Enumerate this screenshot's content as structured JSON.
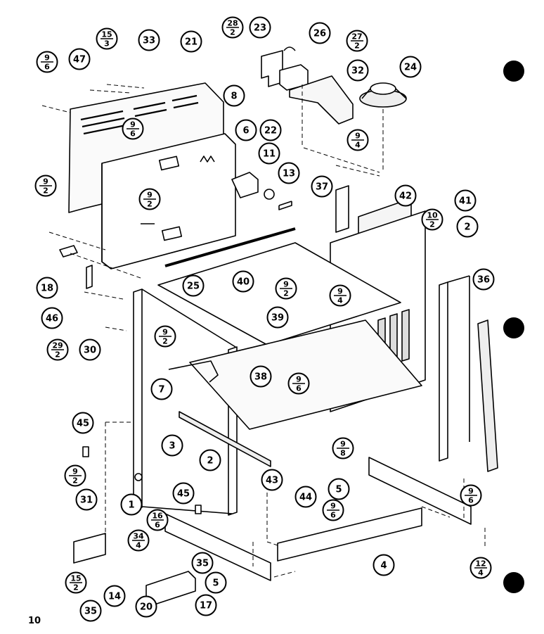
{
  "page_number": "10",
  "callouts": [
    "47",
    "33",
    "21",
    "23",
    "26",
    "24",
    "32",
    "8",
    "6",
    "22",
    "11",
    "13",
    "37",
    "42",
    "41",
    "2",
    "36",
    "18",
    "46",
    "25",
    "40",
    "39",
    "30",
    "7",
    "38",
    "3",
    "45",
    "1",
    "2",
    "31",
    "43",
    "44",
    "5",
    "4",
    "45",
    "35",
    "14",
    "20",
    "17",
    "5",
    "35"
  ],
  "fraction_callouts": [
    {
      "num": "9",
      "den": "6"
    },
    {
      "num": "15",
      "den": "3"
    },
    {
      "num": "28",
      "den": "2"
    },
    {
      "num": "27",
      "den": "2"
    },
    {
      "num": "9",
      "den": "6"
    },
    {
      "num": "9",
      "den": "4"
    },
    {
      "num": "9",
      "den": "2"
    },
    {
      "num": "9",
      "den": "2"
    },
    {
      "num": "10",
      "den": "2"
    },
    {
      "num": "9",
      "den": "2"
    },
    {
      "num": "9",
      "den": "4"
    },
    {
      "num": "29",
      "den": "2"
    },
    {
      "num": "9",
      "den": "2"
    },
    {
      "num": "9",
      "den": "6"
    },
    {
      "num": "9",
      "den": "8"
    },
    {
      "num": "9",
      "den": "2"
    },
    {
      "num": "9",
      "den": "6"
    },
    {
      "num": "9",
      "den": "6"
    },
    {
      "num": "16",
      "den": "6"
    },
    {
      "num": "34",
      "den": "4"
    },
    {
      "num": "15",
      "den": "2"
    },
    {
      "num": "12",
      "den": "4"
    }
  ],
  "colors": {
    "ink": "#000000",
    "paper": "#ffffff",
    "part_fill": "#f4f4f4"
  }
}
